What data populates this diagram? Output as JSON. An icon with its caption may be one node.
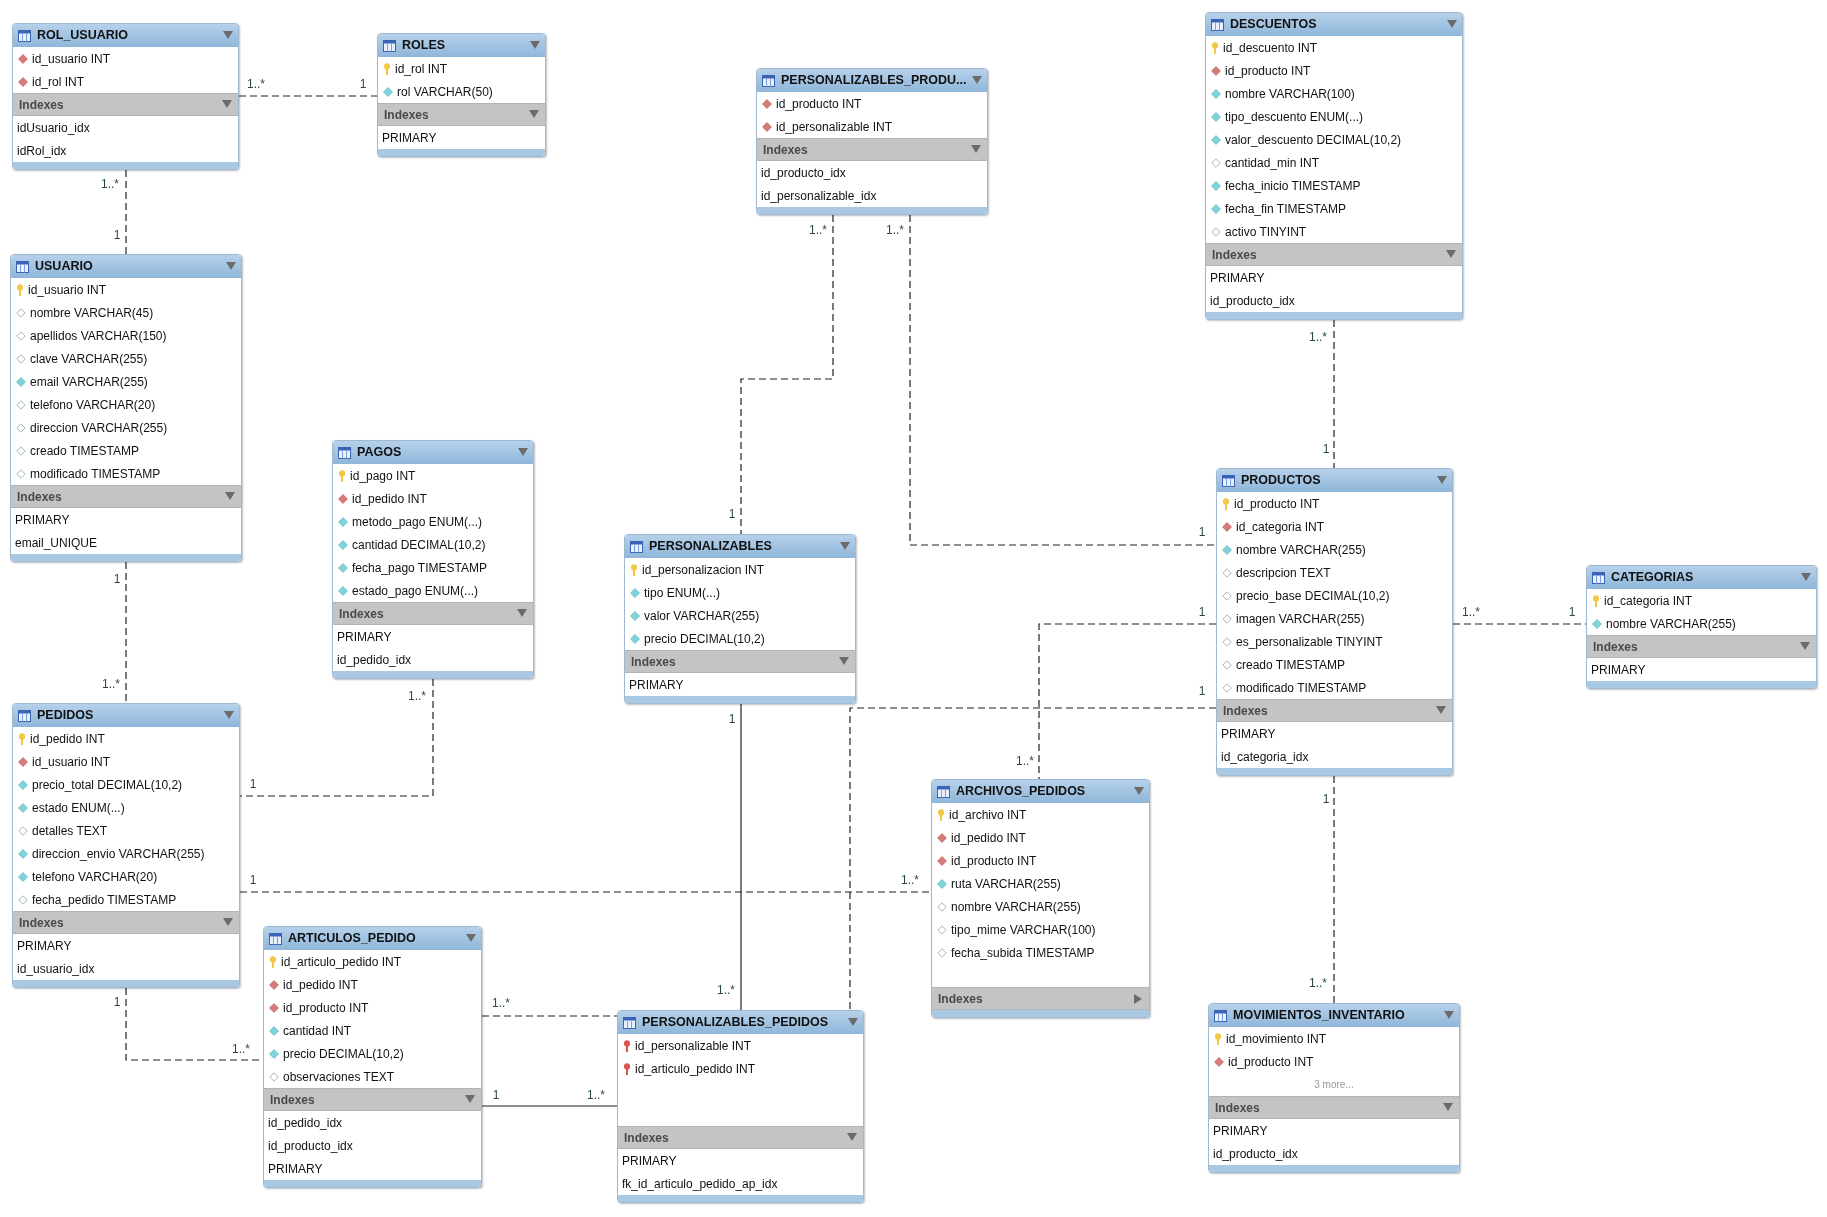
{
  "diagram": {
    "nodes": [
      {
        "text": [
          "ROL_USUARIO",
          "id_usuario INT",
          "id_rol INT",
          "Indexes",
          "idUsuario_idx",
          "idRol_idx"
        ]
      },
      {
        "text": [
          "ROLES",
          "id_rol INT",
          "rol VARCHAR(50)",
          "Indexes",
          "PRIMARY"
        ]
      },
      {
        "text": [
          "PERSONALIZABLES_PRODU...",
          "id_producto INT",
          "id_personalizable INT",
          "Indexes",
          "id_producto_idx",
          "id_personalizable_idx"
        ]
      },
      {
        "text": [
          "DESCUENTOS",
          "id_descuento INT",
          "id_producto INT",
          "nombre VARCHAR(100)",
          "tipo_descuento ENUM(...)",
          "valor_descuento DECIMAL(10,2)",
          "cantidad_min INT",
          "fecha_inicio TIMESTAMP",
          "fecha_fin TIMESTAMP",
          "activo TINYINT",
          "Indexes",
          "PRIMARY",
          "id_producto_idx"
        ]
      },
      {
        "text": [
          "USUARIO",
          "id_usuario INT",
          "nombre VARCHAR(45)",
          "apellidos VARCHAR(150)",
          "clave VARCHAR(255)",
          "email VARCHAR(255)",
          "telefono VARCHAR(20)",
          "direccion VARCHAR(255)",
          "creado TIMESTAMP",
          "modificado TIMESTAMP",
          "Indexes",
          "PRIMARY",
          "email_UNIQUE"
        ]
      },
      {
        "text": [
          "PAGOS",
          "id_pago INT",
          "id_pedido INT",
          "metodo_pago ENUM(...)",
          "cantidad DECIMAL(10,2)",
          "fecha_pago TIMESTAMP",
          "estado_pago ENUM(...)",
          "Indexes",
          "PRIMARY",
          "id_pedido_idx"
        ]
      },
      {
        "text": [
          "PERSONALIZABLES",
          "id_personalizacion INT",
          "tipo ENUM(...)",
          "valor VARCHAR(255)",
          "precio DECIMAL(10,2)",
          "Indexes",
          "PRIMARY"
        ]
      },
      {
        "text": [
          "PRODUCTOS",
          "id_producto INT",
          "id_categoria INT",
          "nombre VARCHAR(255)",
          "descripcion TEXT",
          "precio_base DECIMAL(10,2)",
          "imagen VARCHAR(255)",
          "es_personalizable TINYINT",
          "creado TIMESTAMP",
          "modificado TIMESTAMP",
          "Indexes",
          "PRIMARY",
          "id_categoria_idx"
        ]
      },
      {
        "text": [
          "CATEGORIAS",
          "id_categoria INT",
          "nombre VARCHAR(255)",
          "Indexes",
          "PRIMARY"
        ]
      },
      {
        "text": [
          "PEDIDOS",
          "id_pedido INT",
          "id_usuario INT",
          "precio_total DECIMAL(10,2)",
          "estado ENUM(...)",
          "detalles TEXT",
          "direccion_envio VARCHAR(255)",
          "telefono VARCHAR(20)",
          "fecha_pedido TIMESTAMP",
          "Indexes",
          "PRIMARY",
          "id_usuario_idx"
        ]
      },
      {
        "text": [
          "ARCHIVOS_PEDIDOS",
          "id_archivo INT",
          "id_pedido INT",
          "id_producto INT",
          "ruta VARCHAR(255)",
          "nombre VARCHAR(255)",
          "tipo_mime VARCHAR(100)",
          "fecha_subida TIMESTAMP",
          "Indexes"
        ]
      },
      {
        "text": [
          "ARTICULOS_PEDIDO",
          "id_articulo_pedido INT",
          "id_pedido INT",
          "id_producto INT",
          "cantidad INT",
          "precio DECIMAL(10,2)",
          "observaciones TEXT",
          "Indexes",
          "id_pedido_idx",
          "id_producto_idx",
          "PRIMARY"
        ]
      },
      {
        "text": [
          "PERSONALIZABLES_PEDIDOS",
          "id_personalizable INT",
          "id_articulo_pedido INT",
          "Indexes",
          "PRIMARY",
          "fk_id_articulo_pedido_ap_idx"
        ]
      },
      {
        "text": [
          "MOVIMIENTOS_INVENTARIO",
          "id_movimiento INT",
          "id_producto INT",
          "3 more...",
          "Indexes",
          "PRIMARY",
          "id_producto_idx"
        ]
      }
    ],
    "edges": [
      {
        "from": 0,
        "to": 1,
        "arrow": "none",
        "style": "dashed"
      },
      {
        "from": 0,
        "to": 4,
        "arrow": "none",
        "style": "dashed"
      },
      {
        "from": 2,
        "to": 6,
        "arrow": "none",
        "style": "dashed"
      },
      {
        "from": 2,
        "to": 7,
        "arrow": "none",
        "style": "dashed"
      },
      {
        "from": 3,
        "to": 7,
        "arrow": "none",
        "style": "dashed"
      },
      {
        "from": 4,
        "to": 9,
        "arrow": "none",
        "style": "dashed"
      },
      {
        "from": 5,
        "to": 9,
        "arrow": "none",
        "style": "dashed"
      },
      {
        "from": 7,
        "to": 10,
        "arrow": "none",
        "style": "dashed"
      },
      {
        "from": 7,
        "to": 12,
        "arrow": "none",
        "style": "dashed"
      },
      {
        "from": 6,
        "to": 12,
        "arrow": "none"
      },
      {
        "from": 9,
        "to": 10,
        "arrow": "none",
        "style": "dashed"
      },
      {
        "from": 9,
        "to": 11,
        "arrow": "none",
        "style": "dashed"
      },
      {
        "from": 11,
        "to": 12,
        "arrow": "none",
        "style": "dashed"
      },
      {
        "from": 11,
        "to": 12,
        "arrow": "none"
      },
      {
        "from": 7,
        "to": 8,
        "arrow": "none",
        "style": "dashed"
      },
      {
        "from": 7,
        "to": 13,
        "arrow": "none",
        "style": "dashed"
      }
    ],
    "labels": [
      "1..*",
      "1",
      "1..*",
      "1..*",
      "1..*",
      "1",
      "1..*",
      "1",
      "1",
      "1",
      "1",
      "1",
      "1..*",
      "1",
      "1..*",
      "1",
      "1..*",
      "1",
      "1..*",
      "1",
      "1",
      "1",
      "1..*",
      "1..*",
      "1..*",
      "1",
      "1..*",
      "1..*",
      "1",
      "1..*"
    ]
  }
}
